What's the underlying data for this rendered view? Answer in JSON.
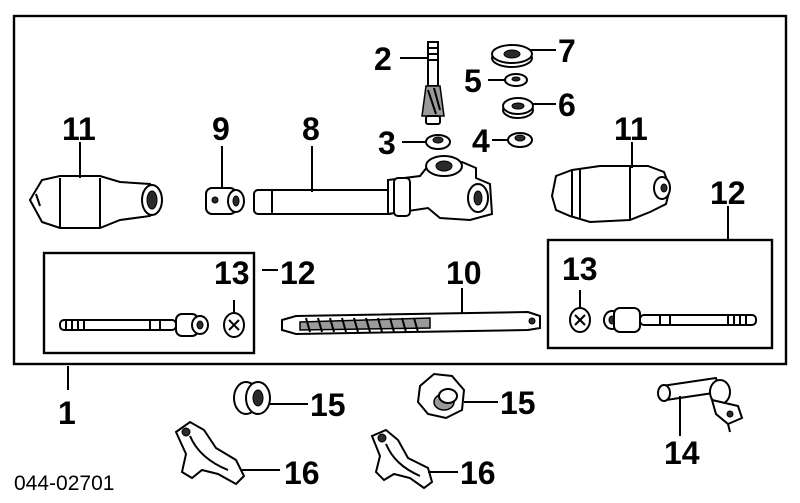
{
  "diagram": {
    "doc_number": "044-02701",
    "callouts": {
      "c1": "1",
      "c2": "2",
      "c3": "3",
      "c4": "4",
      "c5": "5",
      "c6": "6",
      "c7": "7",
      "c8": "8",
      "c9": "9",
      "c10": "10",
      "c11_left": "11",
      "c11_right": "11",
      "c12_left": "12",
      "c12_right": "12",
      "c13_left": "13",
      "c13_right": "13",
      "c14": "14",
      "c15_left": "15",
      "c15_right": "15",
      "c16_left": "16",
      "c16_right": "16"
    }
  }
}
